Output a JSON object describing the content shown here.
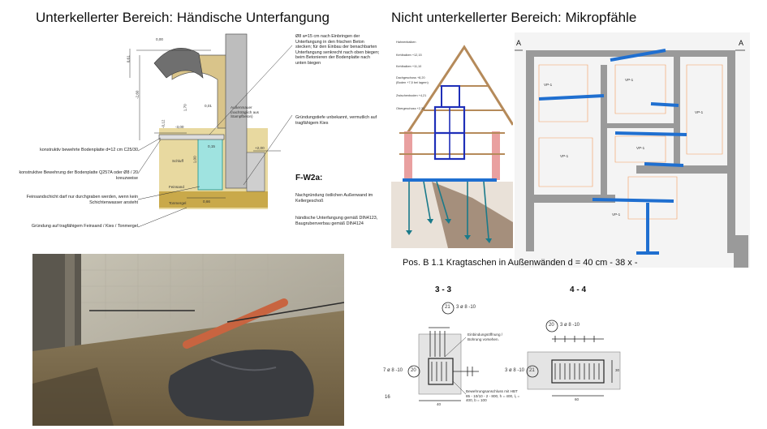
{
  "titles": {
    "left": "Unterkellerter Bereich: Händische Unterfangung",
    "right": "Nicht unterkellerter Bereich: Mikropfähle"
  },
  "section_drawing": {
    "dims": [
      "0,00",
      "0,61",
      "-2,60",
      "-0,12",
      "-3,00",
      "1,70",
      "0,01",
      "0,15",
      "1,00",
      "0,66",
      "+2,00"
    ],
    "annotation_top": "Ø8 a=15 cm nach Einbringen der Unterfangung in den frischen Beton stecken; für den Einbau der benachbarten Unterfangung senkrecht nach oben biegen; beim Betonieren der Bodenplatte nach unten biegen",
    "annotation_bearing": "Gründungstiefe unbekannt, vermutlich auf tragfähigem Kies",
    "wall_label": "Außenmauer (nachträglich aus Stampfbeton)",
    "labels_left": [
      "konstruktiv bewehrte Bodenplatte d=12 cm C25/30",
      "konstruktive Bewehrung der Bodenplatte Q257A oder Ø8 / 20 kreuzweise",
      "Feinsandschicht darf nur durchgraben werden, wenn kein Schichtenwasser ansteht",
      "Gründung auf tragfähigem Feinsand / Kies / Tonmergel"
    ],
    "soil_labels": [
      "Schluff",
      "Feinsand",
      "Tonmergel"
    ],
    "code": "F-W2a:",
    "desc1": "Nachgründung östlichen Außenwand im Kellergeschoß",
    "desc2": "händische Unterfangung gemäß DIN4123, Baugrubenverbau gemäß DIN4124"
  },
  "house_section": {
    "levels": [
      "Hahnenbalken",
      "Kehlbalken +12,15",
      "Kehlbalken +11,10",
      "Dachgeschoss +8,20 (Boden +7,5 bei lagern)",
      "Zwischenboden +4,21",
      "Obergeschoss +2,31"
    ]
  },
  "floor_plan": {
    "section_marks": [
      "A",
      "A"
    ],
    "pile_label": "VP-1"
  },
  "detail": {
    "title": "Pos. B 1.1  Kragtaschen in Außenwänden  d = 40 cm  - 38 x -",
    "section_3": "3 - 3",
    "section_4": "4 - 4",
    "bar_21": "21",
    "bar_21_text": "3 ø 8 -10",
    "bar_20": "20",
    "bar_20_text": "3 ø 8 -10",
    "left_bar_text": "7 ø 8 -10",
    "left_bar_num": "20",
    "right_bar_text": "3 ø 8 -10",
    "right_bar_num": "21",
    "note_drill": "Einbindungsöffnung / Bohrung vorsehen.",
    "note_anchor": "Bewehrungsanschluss mit HBT 85 - 10/10 - 2 - 800, h = 400, l₁ = 400, b = 100",
    "dim_40": "40",
    "dim_60": "60",
    "dim_30": "30",
    "page_num": "16"
  }
}
